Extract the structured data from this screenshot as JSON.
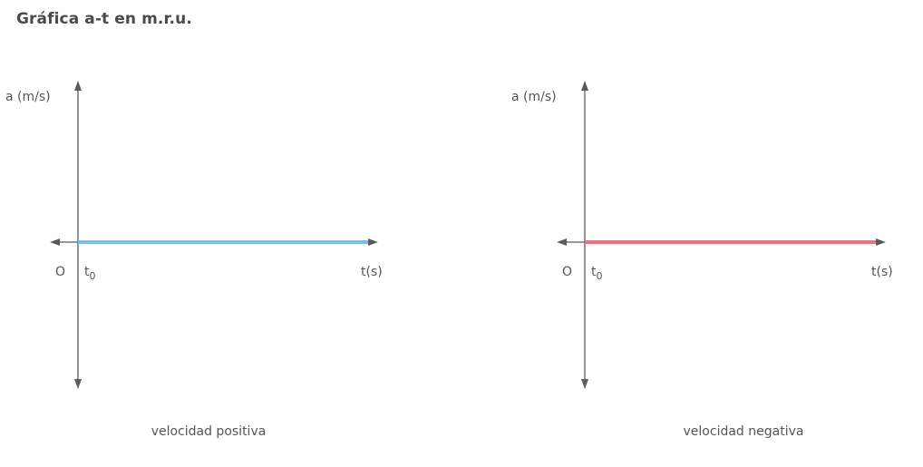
{
  "title": "Gráfica a-t en m.r.u.",
  "chart_data": [
    {
      "type": "line",
      "ylabel": "a (m/s)",
      "xlabel": "t(s)",
      "origin_label": "O",
      "start_label": {
        "base": "t",
        "sub": "0"
      },
      "series": [
        {
          "x": [
            "t0",
            "end"
          ],
          "y": [
            0,
            0
          ],
          "color": "#74bdf5"
        }
      ],
      "caption": "velocidad positiva"
    },
    {
      "type": "line",
      "ylabel": "a (m/s)",
      "xlabel": "t(s)",
      "origin_label": "O",
      "start_label": {
        "base": "t",
        "sub": "0"
      },
      "series": [
        {
          "x": [
            "t0",
            "end"
          ],
          "y": [
            0,
            0
          ],
          "color": "#f2707c"
        }
      ],
      "caption": "velocidad negativa"
    }
  ]
}
